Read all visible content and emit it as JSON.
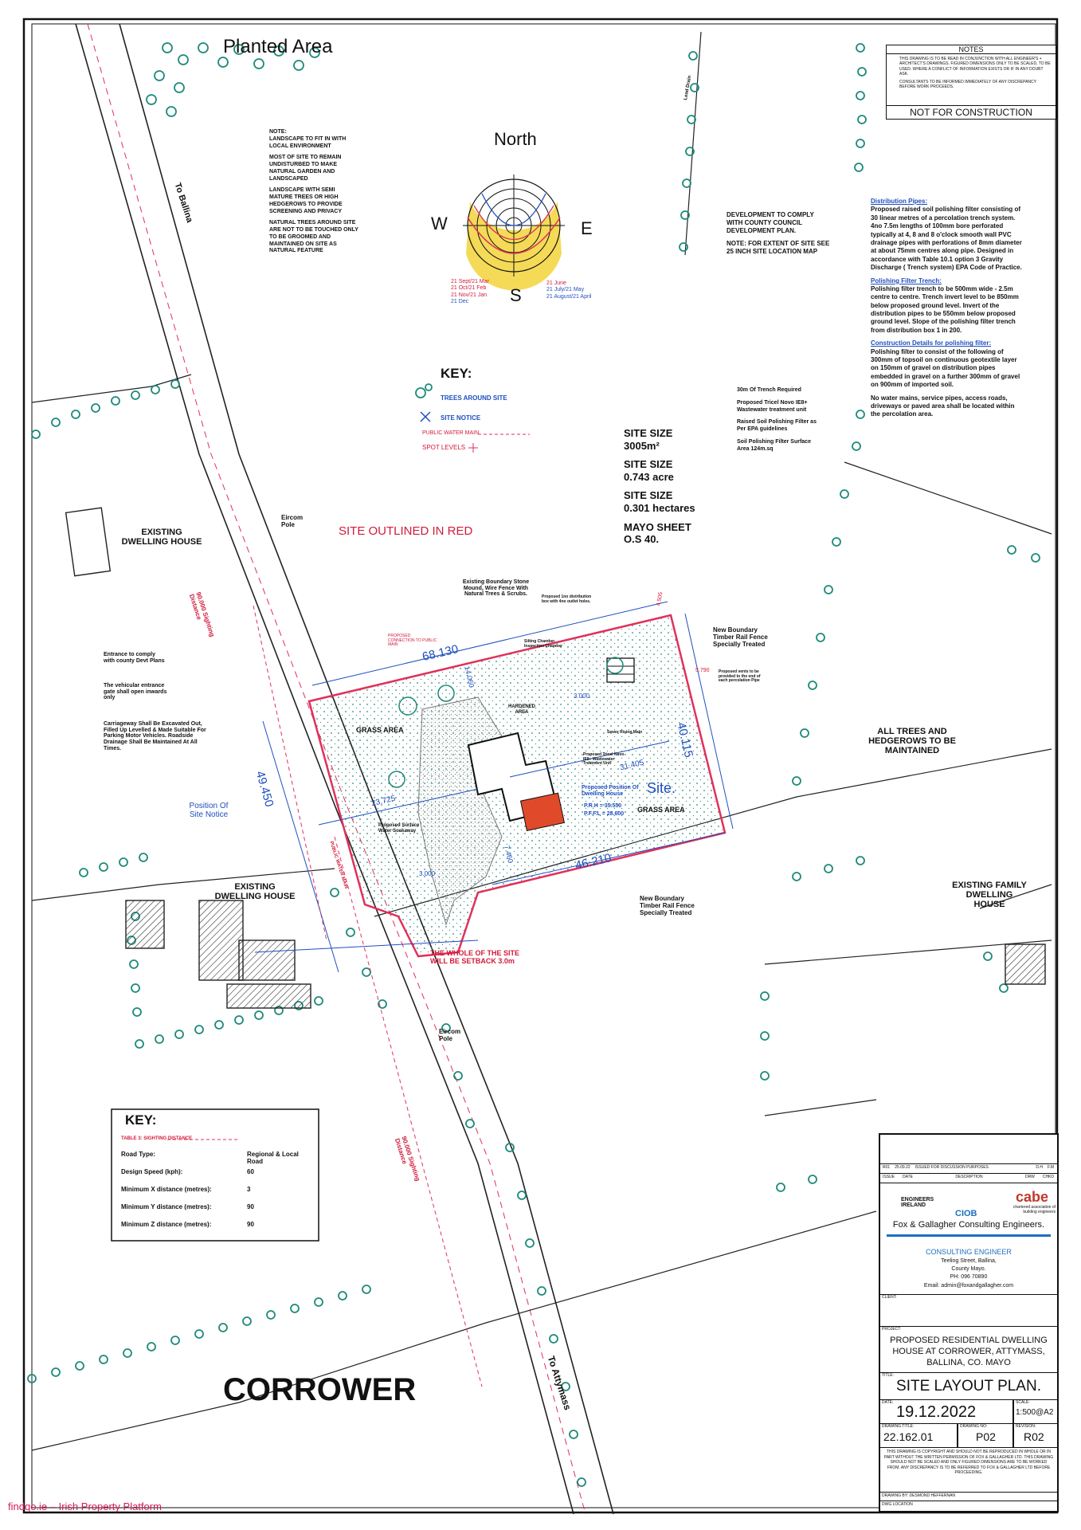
{
  "labels": {
    "planted_area": "Planted Area",
    "to_ballina": "To Ballina",
    "to_attymass": "To Attymass",
    "corrower": "CORROWER",
    "north": "North",
    "compass_w": "W",
    "compass_e": "E",
    "compass_s": "S",
    "site_outlined": "SITE OUTLINED IN RED",
    "site": "Site.",
    "grass_area_1": "GRASS AREA",
    "grass_area_2": "GRASS AREA",
    "hardened_area": "HARDENED AREA",
    "existing_dwelling_1": "EXISTING DWELLING HOUSE",
    "existing_dwelling_2": "EXISTING DWELLING HOUSE",
    "existing_family": "EXISTING FAMILY DWELLING HOUSE",
    "all_trees": "ALL TREES AND HEDGEROWS TO BE MAINTAINED",
    "eircom_pole_1": "Eircom Pole",
    "eircom_pole_2": "Eircom Pole",
    "position_site_notice": "Position Of Site Notice",
    "whole_site_setback": "THE WHOLE OF THE SITE WILL BE SETBACK 3.0m",
    "sighting_distance_1": "90.000 Sighting Distance",
    "sighting_distance_2": "90.000 Sighting Distance",
    "public_water_main": "PUBLIC WATER MAIN",
    "lead_drain": "Lead Drain",
    "proposed_dwelling": "Proposed Position Of Dwelling House",
    "prh": "P.R.H = 35.550",
    "pffl": "P.F.F.L = 28.600",
    "existing_boundary": "Existing Boundary Stone Mound, Wire Fence With Natural Trees & Scrubs.",
    "new_boundary_1": "New Boundary Timber Rail Fence Specially Treated",
    "new_boundary_2": "New Boundary Timber Rail Fence Specially Treated",
    "entrance_note": "Entrance to comply with county Devt Plans",
    "vehicular_gate": "The vehicular entrance gate shall open inwards only",
    "carriageway_note": "Carriageway Shall Be Excavated Out, Filled Up Levelled & Made Suitable For Parking Motor Vehicles. Roadside Drainage Shall Be Maintained At All Times.",
    "proposed_surface_water": "Proposed Surface Water Soakaway",
    "proposed_tricel": "Proposed Tricel Novo IE8+ Wastewater Treatment Unit",
    "proposed_distribution": "Proposed 1no distribution box with 4no outlet holes.",
    "proposed_vents": "Proposed vents to be provided to the end of each percolation Pipe",
    "silting_chamber": "Silting Chamber Inspection Chamber",
    "sewer_rising": "Sewer Rising Main",
    "proposed_connection": "PROPOSED CONNECTION TO PUBLIC MAIN"
  },
  "dimensions": {
    "d1": "68.130",
    "d2": "40.115",
    "d3": "49.450",
    "d4": "46.210",
    "d5": "31.405",
    "d6": "23.725",
    "d7": "14.060",
    "d8": "7.460",
    "d9": "3.000",
    "d10": "3.000",
    "d11": "5.790",
    "d12": "4.505"
  },
  "note_block": {
    "title": "NOTE:",
    "line1": "LANDSCAPE TO FIT IN WITH LOCAL ENVIRONMENT",
    "line2": "MOST OF SITE TO REMAIN UNDISTURBED TO MAKE NATURAL GARDEN AND LANDSCAPED",
    "line3": "LANDSCAPE WITH SEMI MATURE TREES OR HIGH HEDGEROWS TO PROVIDE SCREENING AND PRIVACY",
    "line4": "NATURAL TREES AROUND SITE ARE NOT TO BE TOUCHED ONLY TO BE GROOMED AND MAINTAINED ON SITE AS NATURAL FEATURE"
  },
  "sun_legend": {
    "left": [
      "21 Sept/21 Mar",
      "21 Oct/21 Feb",
      "21 Nov/21 Jan",
      "21 Dec"
    ],
    "right": [
      "21 June",
      "21 July/21 May",
      "21 August/21 April"
    ]
  },
  "development_note": {
    "line1": "DEVELOPMENT TO COMPLY WITH COUNTY COUNCIL DEVELOPMENT PLAN.",
    "line2": "NOTE: FOR EXTENT OF SITE SEE 25 INCH SITE LOCATION MAP"
  },
  "key1": {
    "title": "KEY:",
    "items": [
      "TREES AROUND SITE",
      "SITE NOTICE",
      "PUBLIC WATER MAIN",
      "SPOT LEVELS"
    ]
  },
  "site_info": {
    "size1": "SITE SIZE",
    "size1_val": "3005m²",
    "size2": "SITE SIZE",
    "size2_val": "0.743 acre",
    "size3": "SITE SIZE",
    "size3_val": "0.301 hectares",
    "mayo": "MAYO SHEET",
    "os": "O.S 40."
  },
  "trench_note": {
    "line1": "30m Of Trench Required",
    "line2": "Proposed Tricel Novo IE8+ Wastewater treatment unit",
    "line3": "Raised Soil Polishing Filter as Per EPA guidelines",
    "line4": "Soil Polishing Filter Surface Area 124m.sq"
  },
  "spec": {
    "h1": "Distribution Pipes:",
    "p1": "Proposed raised soil polishing filter consisting of 30 linear metres of a percolation trench system. 4no 7.5m lengths of 100mm bore perforated typically at 4, 8 and 8 o'clock smooth wall PVC drainage pipes with perforations of 8mm diameter at about 75mm centres along pipe. Designed in accordance with Table 10.1 option 3 Gravity Discharge ( Trench system) EPA Code of Practice.",
    "h2": "Polishing Filter Trench:",
    "p2": "Polishing filter trench to be 500mm wide - 2.5m centre to centre. Trench invert level to be 850mm below proposed ground level. Invert of the distribution pipes to be 550mm below proposed ground level. Slope of the polishing filter trench from distribution box 1 in 200.",
    "h3": "Construction Details for polishing filter:",
    "p3": "Polishing filter to consist of the following of 300mm of topsoil on continuous geotextile layer on 150mm of gravel on distribution pipes embedded in gravel on a further 300mm of gravel on 900mm of imported soil.",
    "p4": "No water mains, service pipes, access roads, driveways or paved area shall be located within the percolation area."
  },
  "key2": {
    "title": "KEY:",
    "table": "TABLE 3: SIGHTING DISTANCE",
    "rows": [
      {
        "k": "Road Type:",
        "v": "Regional & Local Road"
      },
      {
        "k": "Design Speed (kph):",
        "v": "60"
      },
      {
        "k": "Minimum X distance (metres):",
        "v": "3"
      },
      {
        "k": "Minimum Y distance (metres):",
        "v": "90"
      },
      {
        "k": "Minimum Z distance (metres):",
        "v": "90"
      }
    ]
  },
  "notes_box": {
    "title": "NOTES",
    "n1": "THIS DRAWING IS TO BE READ IN CONJUNCTION WITH ALL ENGINEER'S + ARCHITECT'S DRAWINGS. FIGURED DIMENSIONS ONLY TO BE SCALED, TO BE USED. WHERE A CONFLICT OF INFORMATION EXISTS OR IF IN ANY DOUBT ASK.",
    "n2": "CONSULTANTS TO BE INFORMED IMMEDIATELY OF ANY DISCREPANCY BEFORE WORK PROCEEDS.",
    "ncon": "NOT FOR CONSTRUCTION"
  },
  "title_block": {
    "rev_no": "R01",
    "rev_date": "25.09.22",
    "rev_desc": "ISSUED FOR DISCUSSION PURPOSES",
    "rev_by": "D.H",
    "rev_chk": "F.M",
    "hdr_issue": "ISSUE",
    "hdr_date": "DATE",
    "hdr_desc": "DESCRIPTION",
    "hdr_drw": "DRW",
    "hdr_chkd": "CHKD",
    "logo1": "ENGINEERS IRELAND",
    "logo2": "CIOB",
    "logo3": "cabe",
    "logo3_sub": "chartered association of building engineers",
    "company": "Fox & Gallagher Consulting Engineers.",
    "role": "CONSULTING ENGINEER",
    "addr1": "Teeling Street, Ballina,",
    "addr2": "County Mayo.",
    "phone": "PH: 096 70890",
    "email": "Email: admin@foxandgallagher.com",
    "client_lbl": "CLIENT:",
    "project_lbl": "PROJECT:",
    "project": "PROPOSED RESIDENTIAL DWELLING HOUSE AT CORROWER, ATTYMASS, BALLINA, CO. MAYO",
    "title_lbl": "TITLE:",
    "title": "SITE LAYOUT PLAN.",
    "date_lbl": "DATE:",
    "date": "19.12.2022",
    "scale_lbl": "SCALE:",
    "scale": "1:500@A2",
    "dtitle_lbl": "DRAWING TITLE:",
    "dno": "22.162.01",
    "dno_lbl": "DRAWING NO:",
    "p02": "P02",
    "rev_lbl": "REVISION:",
    "revision": "R02",
    "copyright": "THIS DRAWING IS COPYRIGHT AND SHOULD NOT BE REPRODUCED IN WHOLE OR IN PART WITHOUT THE WRITTEN PERMISSION OF FOX & GALLAGHER LTD. THIS DRAWING SHOULD NOT BE SCALED AND ONLY FIGURED DIMENSIONS ARE TO BE WORKED FROM. ANY DISCREPANCY IS TO BE REFERRED TO FOX & GALLAGHER LTD BEFORE PROCEEDING.",
    "drawn_by": "DRAWING BY: DESMOND HEFFERNAN",
    "dwg_location": "DWG LOCATION"
  },
  "watermark": "findqo.ie – Irish Property Platform",
  "colors": {
    "site_outline": "#e0315a",
    "hedge": "#1e8a7a",
    "blue_dim": "#1f4fbf",
    "house_fill": "#e04a2a"
  }
}
